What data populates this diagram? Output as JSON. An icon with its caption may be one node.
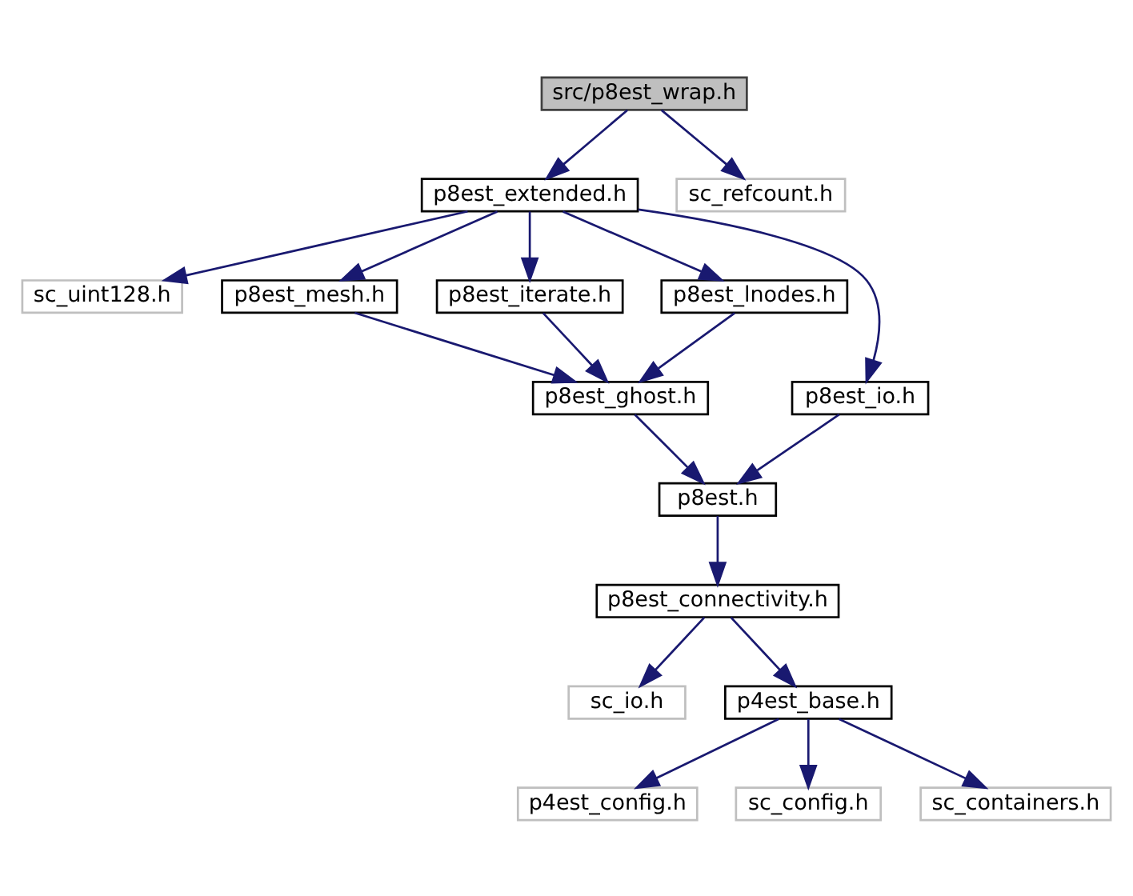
{
  "diagram": {
    "nodes": [
      {
        "text": [
          "src/p8est_wrap.h"
        ]
      },
      {
        "text": [
          "p8est_extended.h"
        ]
      },
      {
        "text": [
          "sc_refcount.h"
        ]
      },
      {
        "text": [
          "sc_uint128.h"
        ]
      },
      {
        "text": [
          "p8est_mesh.h"
        ]
      },
      {
        "text": [
          "p8est_iterate.h"
        ]
      },
      {
        "text": [
          "p8est_lnodes.h"
        ]
      },
      {
        "text": [
          "p8est_io.h"
        ]
      },
      {
        "text": [
          "p8est_ghost.h"
        ]
      },
      {
        "text": [
          "p8est.h"
        ]
      },
      {
        "text": [
          "p8est_connectivity.h"
        ]
      },
      {
        "text": [
          "sc_io.h"
        ]
      },
      {
        "text": [
          "p4est_base.h"
        ]
      },
      {
        "text": [
          "p4est_config.h"
        ]
      },
      {
        "text": [
          "sc_config.h"
        ]
      },
      {
        "text": [
          "sc_containers.h"
        ]
      }
    ],
    "edges": [
      {
        "from": 0,
        "to": 1,
        "arrow": "to"
      },
      {
        "from": 0,
        "to": 2,
        "arrow": "to"
      },
      {
        "from": 1,
        "to": 3,
        "arrow": "to"
      },
      {
        "from": 1,
        "to": 4,
        "arrow": "to"
      },
      {
        "from": 1,
        "to": 5,
        "arrow": "to"
      },
      {
        "from": 1,
        "to": 6,
        "arrow": "to"
      },
      {
        "from": 1,
        "to": 7,
        "arrow": "to"
      },
      {
        "from": 4,
        "to": 8,
        "arrow": "to"
      },
      {
        "from": 5,
        "to": 8,
        "arrow": "to"
      },
      {
        "from": 6,
        "to": 8,
        "arrow": "to"
      },
      {
        "from": 8,
        "to": 9,
        "arrow": "to"
      },
      {
        "from": 7,
        "to": 9,
        "arrow": "to"
      },
      {
        "from": 9,
        "to": 10,
        "arrow": "to"
      },
      {
        "from": 10,
        "to": 11,
        "arrow": "to"
      },
      {
        "from": 10,
        "to": 12,
        "arrow": "to"
      },
      {
        "from": 12,
        "to": 13,
        "arrow": "to"
      },
      {
        "from": 12,
        "to": 14,
        "arrow": "to"
      },
      {
        "from": 12,
        "to": 15,
        "arrow": "to"
      }
    ]
  }
}
